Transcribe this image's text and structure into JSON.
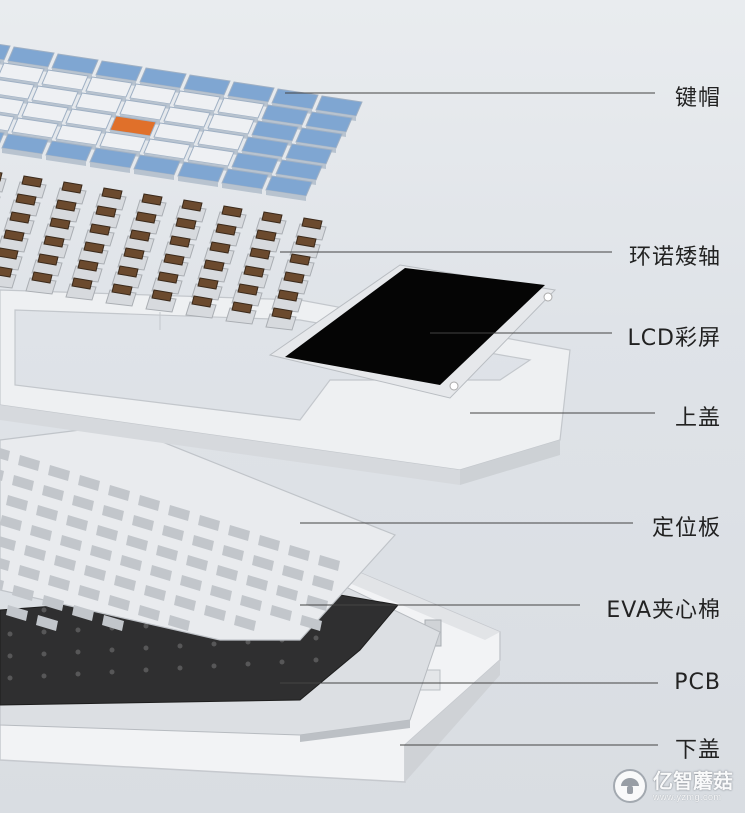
{
  "labels": {
    "keycaps": "键帽",
    "switches": "环诺矮轴",
    "lcd": "LCD彩屏",
    "top_case": "上盖",
    "plate": "定位板",
    "eva": "EVA夹心棉",
    "pcb": "PCB",
    "bottom_case": "下盖"
  },
  "watermark": {
    "name": "亿智蘑菇",
    "url": "www.yzmg.com"
  },
  "colors": {
    "keycap_white": "#eef0f3",
    "keycap_blue": "#7fa6d2",
    "keycap_orange": "#e0702a",
    "switch_brown": "#6b4a2e",
    "lcd_black": "#050505",
    "case_white": "#f1f2f4",
    "plate_gray": "#e7e9ec",
    "eva_black": "#2b2b2b"
  }
}
